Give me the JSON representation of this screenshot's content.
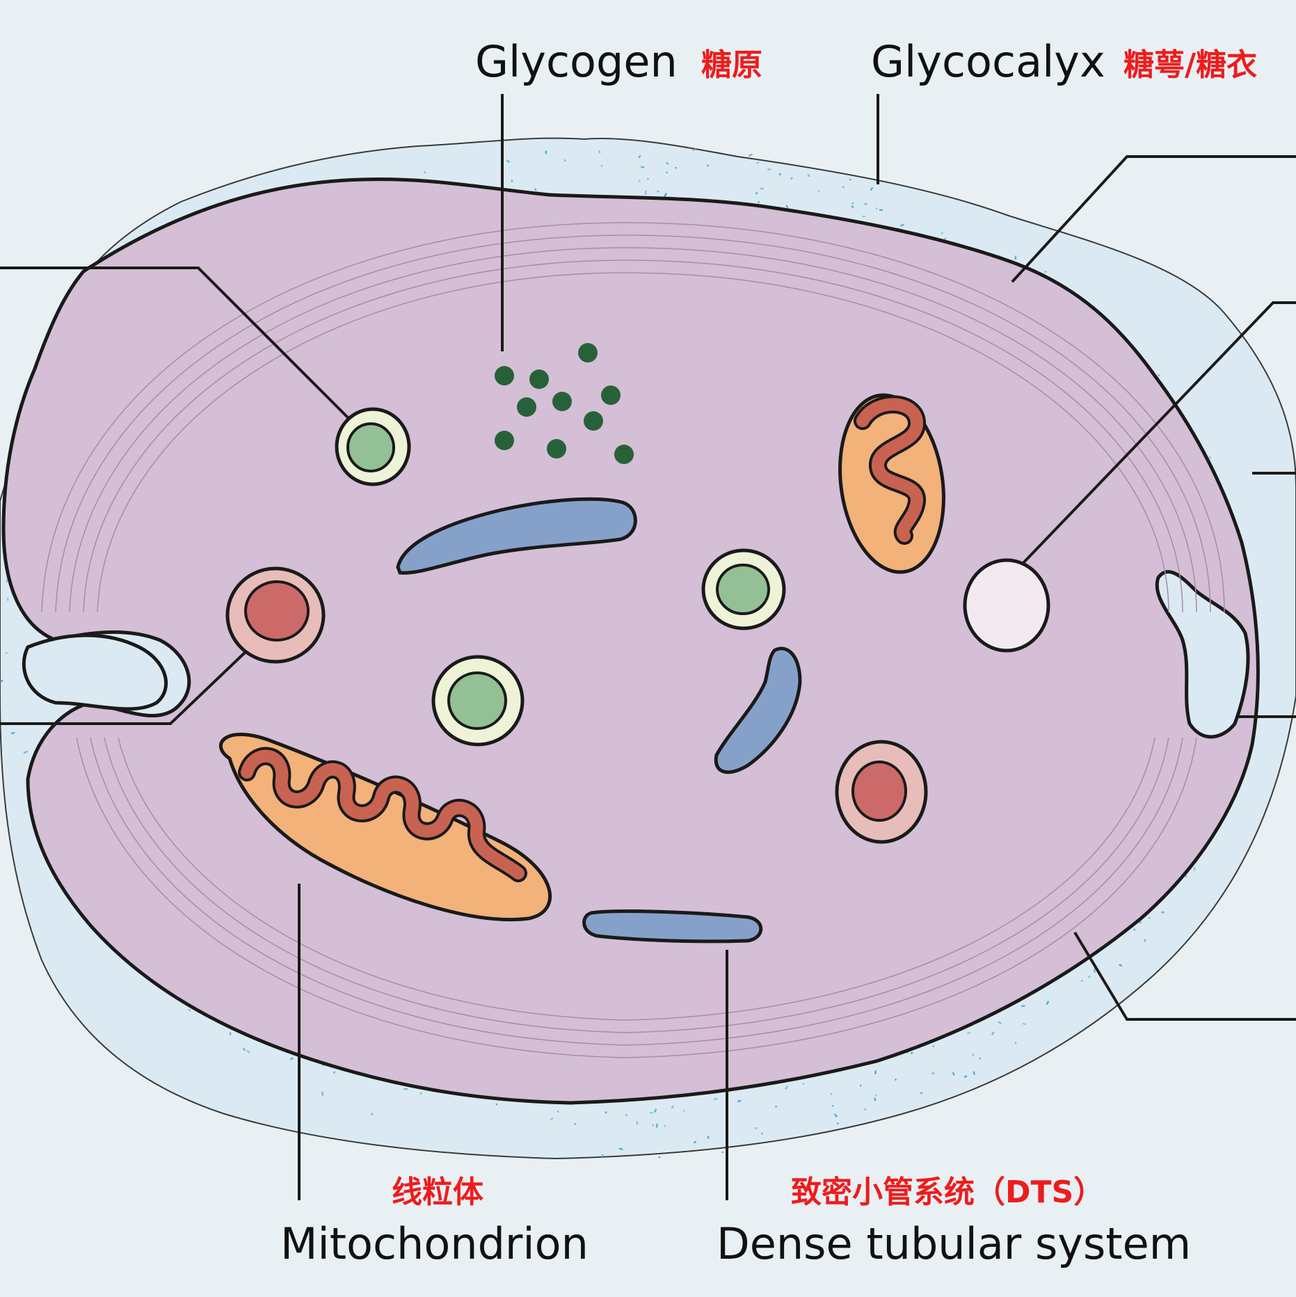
{
  "labels": {
    "glycogen": {
      "en": "Glycogen",
      "cn": "糖原"
    },
    "glycocalyx": {
      "en": "Glycocalyx",
      "cn": "糖萼/糖衣"
    },
    "mitochondrion": {
      "en": "Mitochondrion",
      "cn": "线粒体"
    },
    "dense_tubular_system": {
      "en": "Dense tubular system",
      "cn": "致密小管系统（DTS）"
    }
  },
  "colors": {
    "background": "#e9f0f4",
    "glycocalyx_dots": "#4aa8d6",
    "cytoplasm": "#d4bfd6",
    "outline": "#1a1a1a",
    "mitochondrion_outer": "#f2b27a",
    "mitochondrion_crista": "#c96351",
    "dense_tubule": "#86a1c9",
    "glycogen_granule": "#27613a",
    "alpha_granule_core": "#93c094",
    "dense_granule_core": "#cc6a6a",
    "vacuole": "#f3eaf1"
  }
}
